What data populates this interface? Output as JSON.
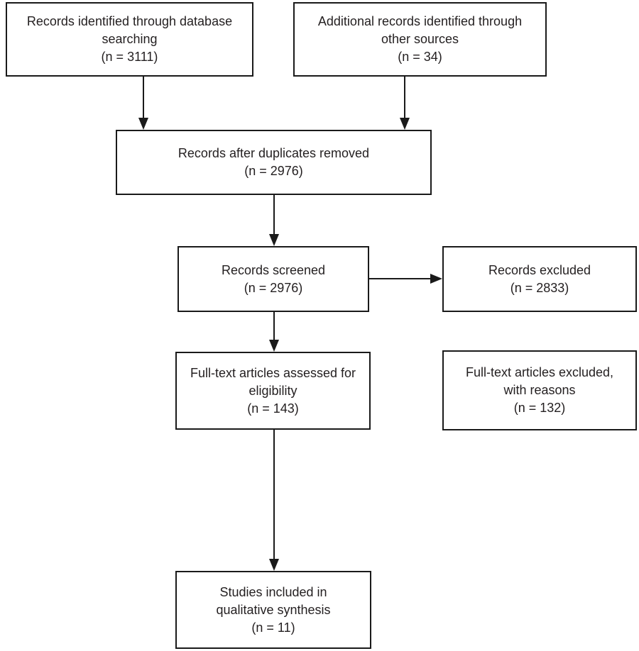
{
  "diagram_type": "flowchart",
  "colors": {
    "line": "#1a1a1a",
    "text": "#231f20",
    "background": "#ffffff"
  },
  "boxes": {
    "records_identified": {
      "lines": [
        "Records identified through database",
        "searching",
        "(n = 3111)"
      ],
      "n": 3111
    },
    "additional_records": {
      "lines": [
        "Additional records identified through",
        "other sources",
        "(n = 34)"
      ],
      "n": 34
    },
    "duplicates_removed": {
      "lines": [
        "Records after duplicates removed",
        "(n = 2976)"
      ],
      "n": 2976
    },
    "records_screened": {
      "lines": [
        "Records screened",
        "(n = 2976)"
      ],
      "n": 2976
    },
    "records_excluded": {
      "lines": [
        "Records excluded",
        "(n = 2833)"
      ],
      "n": 2833
    },
    "fulltext_assessed": {
      "lines": [
        "Full-text articles assessed for",
        "eligibility",
        "(n = 143)"
      ],
      "n": 143
    },
    "fulltext_excluded": {
      "lines": [
        "Full-text articles excluded,",
        "with reasons",
        "(n = 132)"
      ],
      "n": 132
    },
    "studies_included": {
      "lines": [
        "Studies included in",
        "qualitative synthesis",
        "(n = 11)"
      ],
      "n": 11
    }
  }
}
